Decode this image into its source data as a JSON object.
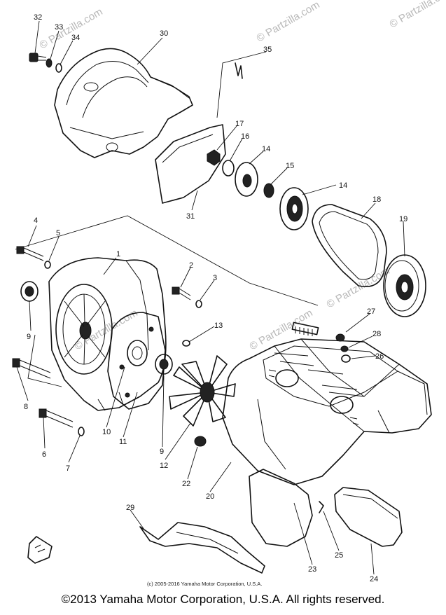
{
  "watermark": {
    "text": "© Partzilla.com"
  },
  "callouts": [
    {
      "id": "c32",
      "text": "32"
    },
    {
      "id": "c33",
      "text": "33"
    },
    {
      "id": "c34",
      "text": "34"
    },
    {
      "id": "c30",
      "text": "30"
    },
    {
      "id": "c35",
      "text": "35"
    },
    {
      "id": "c17",
      "text": "17"
    },
    {
      "id": "c16",
      "text": "16"
    },
    {
      "id": "c14a",
      "text": "14"
    },
    {
      "id": "c15",
      "text": "15"
    },
    {
      "id": "c14b",
      "text": "14"
    },
    {
      "id": "c18",
      "text": "18"
    },
    {
      "id": "c19",
      "text": "19"
    },
    {
      "id": "c31",
      "text": "31"
    },
    {
      "id": "c4",
      "text": "4"
    },
    {
      "id": "c5",
      "text": "5"
    },
    {
      "id": "c1",
      "text": "1"
    },
    {
      "id": "c2",
      "text": "2"
    },
    {
      "id": "c3",
      "text": "3"
    },
    {
      "id": "c9a",
      "text": "9"
    },
    {
      "id": "c13",
      "text": "13"
    },
    {
      "id": "c27",
      "text": "27"
    },
    {
      "id": "c28",
      "text": "28"
    },
    {
      "id": "c26",
      "text": "26"
    },
    {
      "id": "c8",
      "text": "8"
    },
    {
      "id": "c10",
      "text": "10"
    },
    {
      "id": "c11",
      "text": "11"
    },
    {
      "id": "c9b",
      "text": "9"
    },
    {
      "id": "c6",
      "text": "6"
    },
    {
      "id": "c7",
      "text": "7"
    },
    {
      "id": "c12",
      "text": "12"
    },
    {
      "id": "c22",
      "text": "22"
    },
    {
      "id": "c20",
      "text": "20"
    },
    {
      "id": "c29",
      "text": "29"
    },
    {
      "id": "c25",
      "text": "25"
    },
    {
      "id": "c23",
      "text": "23"
    },
    {
      "id": "c24",
      "text": "24"
    }
  ],
  "copyright_small": "(c) 2005-2016 Yamaha Motor Corporation, U.S.A.",
  "copyright_main": "©2013 Yamaha Motor Corporation, U.S.A. All rights reserved."
}
